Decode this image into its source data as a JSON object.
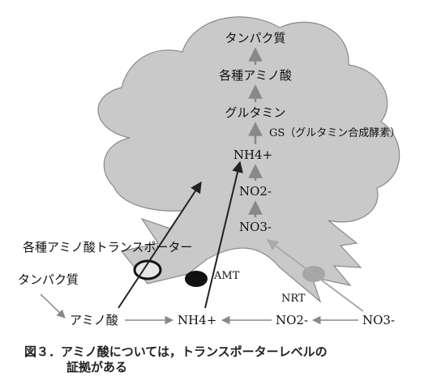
{
  "pathway": {
    "protein": "タンパク質",
    "amino_acids": "各種アミノ酸",
    "glutamine": "グルタミン",
    "gs": "GS（グルタミン合成酵素）",
    "nh4": "NH4+",
    "no2": "NO2-",
    "no3": "NO3-"
  },
  "transporters": {
    "amino_acid_transporter": "各種アミノ酸トランスポーター",
    "amt": "AMT",
    "nrt": "NRT"
  },
  "soil": {
    "protein": "タンパク質",
    "amino_acid": "アミノ酸",
    "nh4": "NH4+",
    "no2": "NO2-",
    "no3": "NO3-"
  },
  "caption": {
    "line1": "図３．アミノ酸については，トランスポーターレベルの",
    "line2": "証拠がある"
  },
  "colors": {
    "plant_fill": "#c9c9c9",
    "plant_stroke": "#8a8a8a",
    "arrow_dark": "#222222",
    "arrow_gray": "#8c8c8c",
    "arrow_light": "#aaaaaa",
    "nrt_fill": "#a6a6a6"
  }
}
